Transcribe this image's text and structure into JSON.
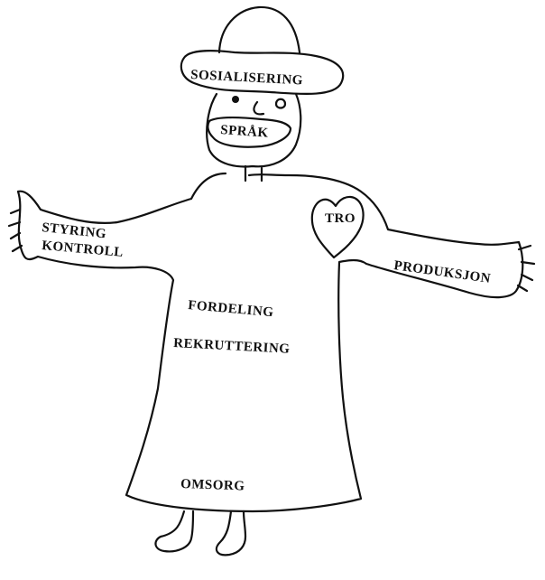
{
  "colors": {
    "ink": "#111111",
    "paper": "#ffffff"
  },
  "labels": {
    "hat": "SOSIALISERING",
    "mouth": "SPRÅK",
    "heart": "TRO",
    "left_arm_top": "STYRING",
    "left_arm_bottom": "KONTROLL",
    "right_arm": "PRODUKSJON",
    "body_top": "FORDELING",
    "body_middle": "REKRUTTERING",
    "body_bottom": "OMSORG"
  }
}
